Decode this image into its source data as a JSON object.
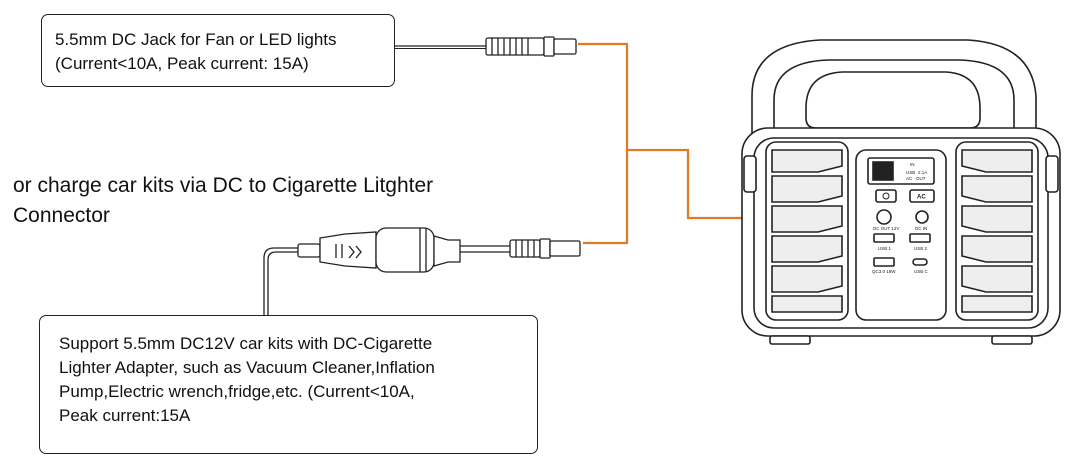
{
  "callouts": {
    "dc_jack": {
      "line1": "5.5mm DC Jack for Fan or LED lights",
      "line2": "(Current<10A, Peak current: 15A)"
    },
    "car_kits": {
      "line1": "Support 5.5mm DC12V car kits with DC-Cigarette",
      "line2": "Lighter Adapter, such as Vacuum Cleaner,Inflation",
      "line3": "Pump,Electric wrench,fridge,etc. (Current<10A,",
      "line4": "Peak current:15A"
    }
  },
  "heading": {
    "line1": "or charge car kits via DC to Cigarette Litghter",
    "line2": "Connector"
  },
  "device_panel": {
    "display_labels": [
      "IN",
      "USB",
      "2.1A",
      "AC",
      "OUT"
    ],
    "ac_button": "AC",
    "port_labels": {
      "dc_out": "DC OUT 12V",
      "dc_in": "DC IN",
      "usb1": "USB 1",
      "usb2": "USB 2",
      "qc": "QC3.0 18W",
      "usb_c": "USB C"
    }
  },
  "colors": {
    "connector_line": "#e07b24",
    "stroke": "#222222"
  }
}
